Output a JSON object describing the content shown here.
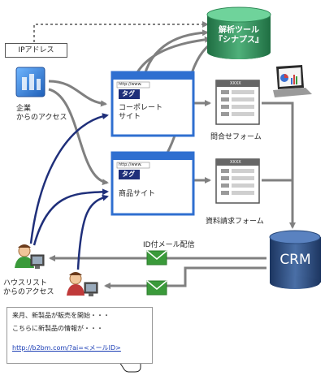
{
  "ip_label": "IPアドレス",
  "analysis_tool": {
    "line1": "解析ツール",
    "line2": "『シナプス』"
  },
  "sites": {
    "corporate": {
      "line1": "コーポレート",
      "line2": "サイト",
      "tag": "タグ",
      "url": "http://www."
    },
    "product": {
      "line1": "商品サイト",
      "tag": "タグ",
      "url": "http://www."
    }
  },
  "forms": {
    "contact": {
      "label": "問合せフォーム",
      "header": "XXXX"
    },
    "request": {
      "label": "資料請求フォーム",
      "header": "XXXX"
    }
  },
  "company_access": {
    "line1": "企業",
    "line2": "からのアクセス"
  },
  "house_list_access": {
    "line1": "ハウスリスト",
    "line2": "からのアクセス"
  },
  "crm_label": "CRM",
  "mail_label": "ID付メール配信",
  "email_note": {
    "line1": "来月、新製品が販売を開始・・・",
    "line2": "こちらに新製品の情報が・・・",
    "link": "http://b2bm.com/?ai=<メールID>"
  },
  "colors": {
    "flow_gray": "#808080",
    "flow_navy": "#1f2f7a",
    "browser_blue": "#2f6fd0",
    "db_green": "#2e8b57",
    "crm_navy": "#2a4a7a",
    "envelope_green": "#3a9a3a"
  }
}
